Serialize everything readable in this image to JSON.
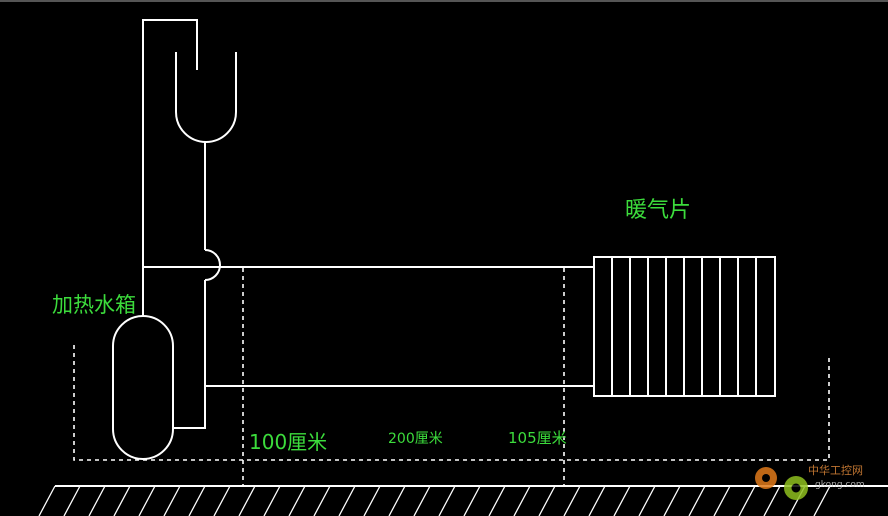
{
  "diagram": {
    "labels": {
      "radiator": "暖气片",
      "heater_tank": "加热水箱",
      "dist_a": "100厘米",
      "dist_b": "200厘米",
      "dist_c": "105厘米"
    },
    "watermark": {
      "brand": "中华工控网",
      "url": "gkong.com"
    },
    "colors": {
      "background": "#000000",
      "lines": "#ffffff",
      "labels": "#3cdc3c"
    }
  }
}
